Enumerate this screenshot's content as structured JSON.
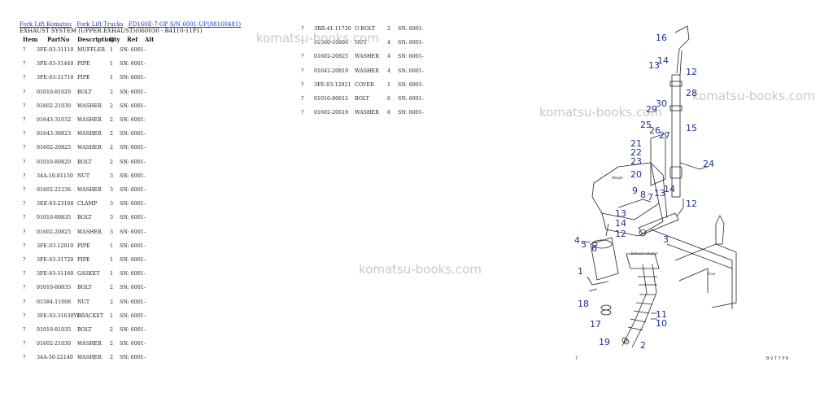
{
  "breadcrumb": {
    "links": [
      "Fork Lift Komatsu",
      "Fork Lift Trucks",
      "FD160E-7-OP S/N 6001-UP(88160481)"
    ]
  },
  "subtitle": "EXHAUST SYSTEM (UPPER EXHAUST)(060030 - B4110-11P1)",
  "table_headers": [
    "Item",
    "PartNo",
    "Description",
    "Qty",
    "Ref",
    "Alt"
  ],
  "left_rows": [
    {
      "item": "?",
      "part": "3FE-03-31110",
      "desc": "MUFFLER",
      "qty": "1",
      "sn": "SN: 6001-"
    },
    {
      "item": "?",
      "part": "3FE-03-31440",
      "desc": "PIPE",
      "qty": "1",
      "sn": "SN: 6001-"
    },
    {
      "item": "?",
      "part": "3FE-03-31710",
      "desc": "PIPE",
      "qty": "1",
      "sn": "SN: 6001-"
    },
    {
      "item": "?",
      "part": "01010-81020",
      "desc": "BOLT",
      "qty": "2",
      "sn": "SN: 6001-"
    },
    {
      "item": "?",
      "part": "01602-21030",
      "desc": "WASHER",
      "qty": "2",
      "sn": "SN: 6001-"
    },
    {
      "item": "?",
      "part": "01643-31032",
      "desc": "WASHER",
      "qty": "2",
      "sn": "SN: 6001-"
    },
    {
      "item": "?",
      "part": "01643-30823",
      "desc": "WASHER",
      "qty": "2",
      "sn": "SN: 6001-"
    },
    {
      "item": "?",
      "part": "01602-20825",
      "desc": "WASHER",
      "qty": "2",
      "sn": "SN: 6001-"
    },
    {
      "item": "?",
      "part": "01010-80820",
      "desc": "BOLT",
      "qty": "2",
      "sn": "SN: 6001-"
    },
    {
      "item": "?",
      "part": "34A-10-81150",
      "desc": "NUT",
      "qty": "3",
      "sn": "SN: 6001-"
    },
    {
      "item": "?",
      "part": "01602-21236",
      "desc": "WASHER",
      "qty": "3",
      "sn": "SN: 6001-"
    },
    {
      "item": "?",
      "part": "3EE-03-23160",
      "desc": "CLAMP",
      "qty": "3",
      "sn": "SN: 6001-"
    },
    {
      "item": "?",
      "part": "01010-80835",
      "desc": "BOLT",
      "qty": "3",
      "sn": "SN: 6001-"
    },
    {
      "item": "?",
      "part": "01602-20825",
      "desc": "WASHER",
      "qty": "3",
      "sn": "SN: 6001-"
    },
    {
      "item": "?",
      "part": "3FE-03-12910",
      "desc": "PIPE",
      "qty": "1",
      "sn": "SN: 6001-"
    },
    {
      "item": "?",
      "part": "3FE-03-31720",
      "desc": "PIPE",
      "qty": "1",
      "sn": "SN: 6001-"
    },
    {
      "item": "?",
      "part": "3FE-03-31160",
      "desc": "GASKET",
      "qty": "1",
      "sn": "SN: 6001-"
    },
    {
      "item": "?",
      "part": "01010-80835",
      "desc": "BOLT",
      "qty": "2",
      "sn": "SN: 6001-"
    },
    {
      "item": "?",
      "part": "01584-11008",
      "desc": "NUT",
      "qty": "2",
      "sn": "SN: 6001-"
    },
    {
      "item": "?",
      "part": "3FE-03-31630YL",
      "desc": "BRACKET",
      "qty": "1",
      "sn": "SN: 6001-"
    },
    {
      "item": "?",
      "part": "01010-81035",
      "desc": "BOLT",
      "qty": "2",
      "sn": "SN: 6001-"
    },
    {
      "item": "?",
      "part": "01602-21030",
      "desc": "WASHER",
      "qty": "2",
      "sn": "SN: 6001-"
    },
    {
      "item": "?",
      "part": "34A-50-22140",
      "desc": "WASHER",
      "qty": "2",
      "sn": "SN: 6001-"
    }
  ],
  "right_rows": [
    {
      "item": "?",
      "part": "3RR-41-11720",
      "desc": "U-BOLT",
      "qty": "2",
      "sn": "SN: 6001-"
    },
    {
      "item": "?",
      "part": "01580-10806",
      "desc": "NUT",
      "qty": "4",
      "sn": "SN: 6001-"
    },
    {
      "item": "?",
      "part": "01602-20825",
      "desc": "WASHER",
      "qty": "4",
      "sn": "SN: 6001-"
    },
    {
      "item": "?",
      "part": "01642-20810",
      "desc": "WASHER",
      "qty": "4",
      "sn": "SN: 6001-"
    },
    {
      "item": "?",
      "part": "3FE-03-12921",
      "desc": "COVER",
      "qty": "1",
      "sn": "SN: 6001-"
    },
    {
      "item": "?",
      "part": "01010-80612",
      "desc": "BOLT",
      "qty": "6",
      "sn": "SN: 6001-"
    },
    {
      "item": "?",
      "part": "01602-20619",
      "desc": "WASHER",
      "qty": "6",
      "sn": "SN: 6001-"
    }
  ],
  "watermark": "komatsu-books.com",
  "diagram": {
    "callouts": [
      "16",
      "13",
      "14",
      "12",
      "28",
      "30",
      "29",
      "15",
      "25",
      "26",
      "27",
      "21",
      "22",
      "23",
      "20",
      "24",
      "9",
      "8",
      "7",
      "13",
      "14",
      "12",
      "13",
      "14",
      "12",
      "3",
      "4",
      "5",
      "6",
      "1",
      "18",
      "17",
      "11",
      "10",
      "19",
      "2"
    ],
    "inner_labels": [
      "Weight",
      "Exhaust adaptor",
      "Floor"
    ],
    "page_left": "7",
    "page_right": "B V T 7 P 8"
  }
}
